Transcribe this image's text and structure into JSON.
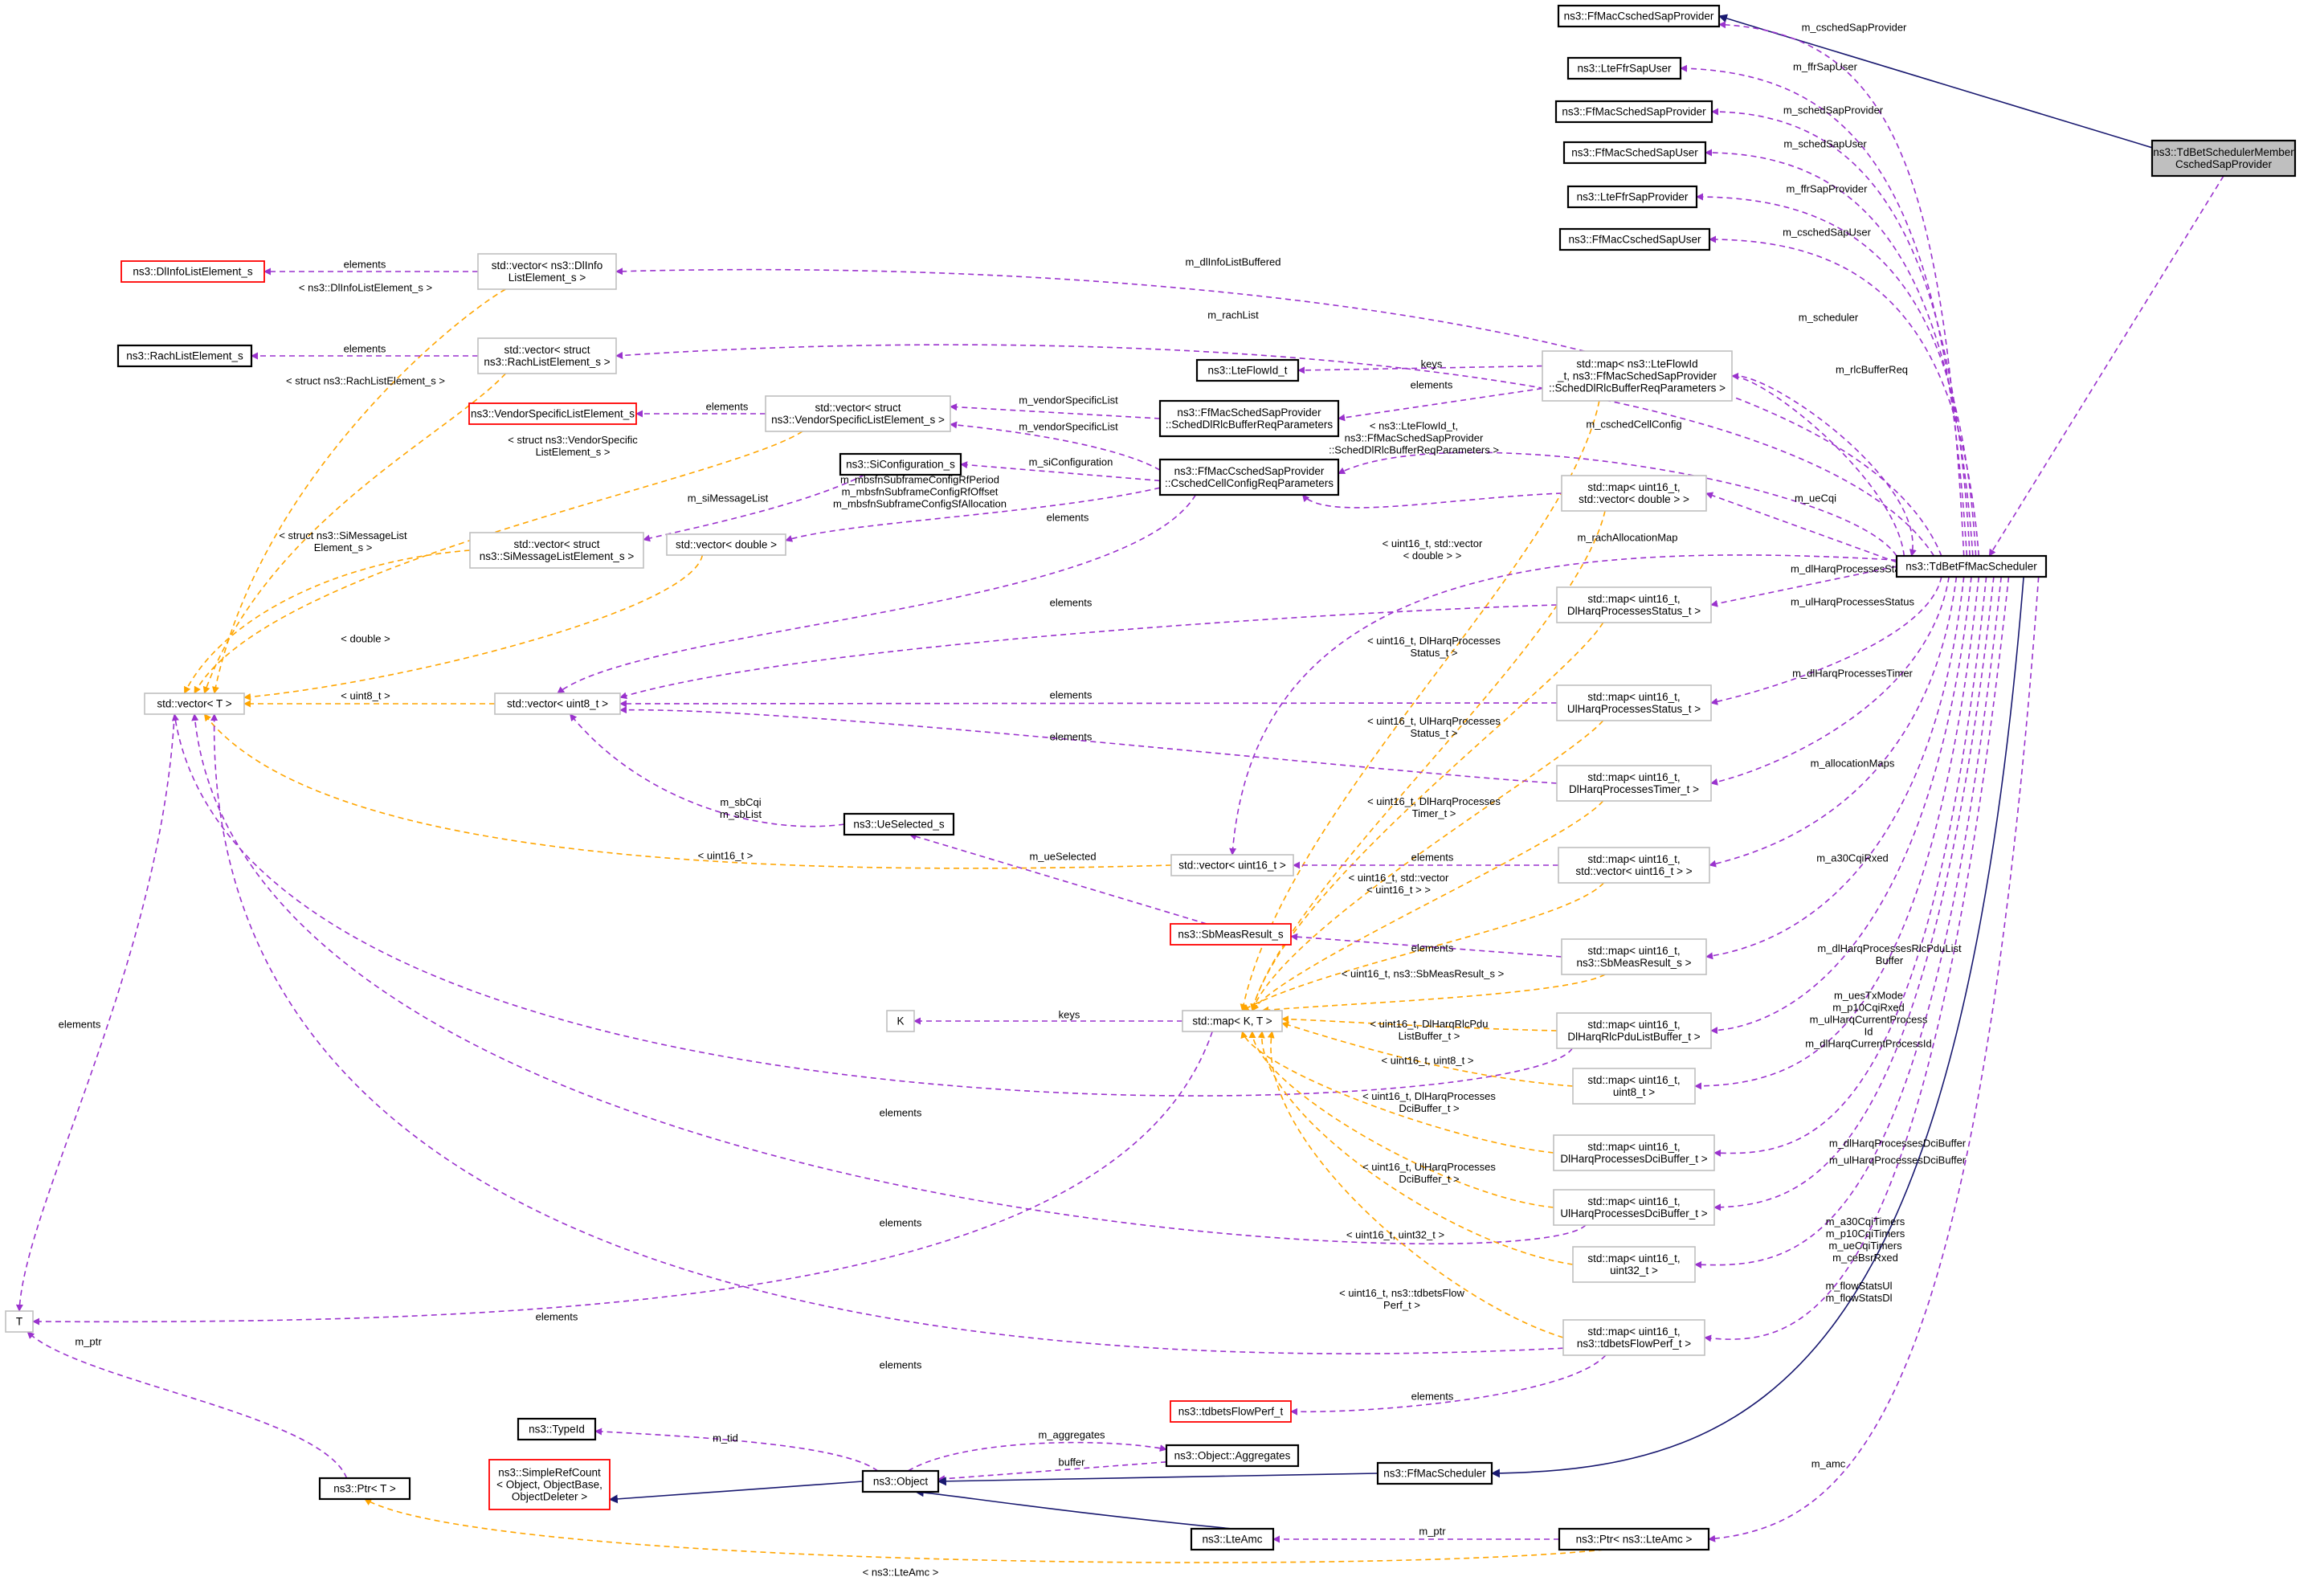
{
  "colors": {
    "purple": "#9a32cd",
    "orange": "#ffa500",
    "navy": "#191970",
    "red": "#ff0000",
    "gray": "#bfbfbf",
    "focus_fill": "#bfbfbf"
  },
  "nodes": {
    "FfMacCschedSapProvider": "ns3::FfMacCschedSapProvider",
    "LteFfrSapUser": "ns3::LteFfrSapUser",
    "FfMacSchedSapProvider": "ns3::FfMacSchedSapProvider",
    "FfMacSchedSapUser": "ns3::FfMacSchedSapUser",
    "LteFfrSapProvider": "ns3::LteFfrSapProvider",
    "FfMacCschedSapUser": "ns3::FfMacCschedSapUser",
    "TdBetMember": "ns3::TdBetSchedulerMember\nCschedSapProvider",
    "DlInfoListElement": "ns3::DlInfoListElement_s",
    "VecDlInfo": "std::vector< ns3::DlInfo\nListElement_s >",
    "RachListElement": "ns3::RachListElement_s",
    "VecRach": "std::vector< struct\nns3::RachListElement_s >",
    "LteFlowId": "ns3::LteFlowId_t",
    "MapRlcBuffer": "std::map< ns3::LteFlowId\n_t, ns3::FfMacSchedSapProvider\n::SchedDlRlcBufferReqParameters >",
    "VendorElement": "ns3::VendorSpecificListElement_s",
    "VecVendor": "std::vector< struct\nns3::VendorSpecificListElement_s >",
    "SchedDlRlc": "ns3::FfMacSchedSapProvider\n::SchedDlRlcBufferReqParameters",
    "SiConfiguration": "ns3::SiConfiguration_s",
    "CschedCellConfig": "ns3::FfMacCschedSapProvider\n::CschedCellConfigReqParameters",
    "MapUint16VecDouble": "std::map< uint16_t,\nstd::vector< double > >",
    "VecSiMessage": "std::vector< struct\nns3::SiMessageListElement_s >",
    "VecDouble": "std::vector< double >",
    "TdBetFfMacScheduler": "ns3::TdBetFfMacScheduler",
    "MapDlHarqStatus": "std::map< uint16_t,\nDlHarqProcessesStatus_t >",
    "VecT": "std::vector< T >",
    "VecUint8": "std::vector< uint8_t >",
    "MapUlHarqStatus": "std::map< uint16_t,\nUlHarqProcessesStatus_t >",
    "MapDlHarqTimer": "std::map< uint16_t,\nDlHarqProcessesTimer_t >",
    "UeSelected": "ns3::UeSelected_s",
    "VecUint16": "std::vector< uint16_t >",
    "MapUint16VecUint16": "std::map< uint16_t,\nstd::vector< uint16_t > >",
    "SbMeasResult": "ns3::SbMeasResult_s",
    "MapSbMeas": "std::map< uint16_t,\nns3::SbMeasResult_s >",
    "K": "K",
    "MapKT": "std::map< K, T >",
    "MapDlRlcPdu": "std::map< uint16_t,\nDlHarqRlcPduListBuffer_t >",
    "MapUint8": "std::map< uint16_t,\nuint8_t >",
    "MapDlHarqDci": "std::map< uint16_t,\nDlHarqProcessesDciBuffer_t >",
    "MapUlHarqDci": "std::map< uint16_t,\nUlHarqProcessesDciBuffer_t >",
    "MapUint32": "std::map< uint16_t,\nuint32_t >",
    "T": "T",
    "MapFlowPerf": "std::map< uint16_t,\nns3::tdbetsFlowPerf_t >",
    "TdbetsFlowPerf": "ns3::tdbetsFlowPerf_t",
    "TypeId": "ns3::TypeId",
    "SimpleRefCount": "ns3::SimpleRefCount\n< Object, ObjectBase,\nObjectDeleter >",
    "Object": "ns3::Object",
    "Aggregates": "ns3::Object::Aggregates",
    "FfMacScheduler": "ns3::FfMacScheduler",
    "PtrT": "ns3::Ptr< T >",
    "LteAmc": "ns3::LteAmc",
    "PtrLteAmc": "ns3::Ptr< ns3::LteAmc >"
  },
  "edges": {
    "m_cschedSapProvider": "m_cschedSapProvider",
    "m_ffrSapUser": "m_ffrSapUser",
    "m_schedSapProvider": "m_schedSapProvider",
    "m_schedSapUser": "m_schedSapUser",
    "m_ffrSapProvider": "m_ffrSapProvider",
    "m_cschedSapUser": "m_cschedSapUser",
    "m_scheduler": "m_scheduler",
    "elements": "elements",
    "tpl_dlinfo": "< ns3::DlInfoListElement_s >",
    "m_dlInfoListBuffered": "m_dlInfoListBuffered",
    "m_rachList": "m_rachList",
    "tpl_rach": "< struct ns3::RachListElement_s >",
    "keys": "keys",
    "m_rlcBufferReq": "m_rlcBufferReq",
    "tpl_vendor": "< struct ns3::VendorSpecific\nListElement_s >",
    "m_vendorSpecificList": "m_vendorSpecificList",
    "tpl_rlcmap": "< ns3::LteFlowId_t,\nns3::FfMacSchedSapProvider\n::SchedDlRlcBufferReqParameters >",
    "m_cschedCellConfig": "m_cschedCellConfig",
    "m_siMessageList": "m_siMessageList",
    "m_siConfiguration": "m_siConfiguration",
    "m_mbsfn": "m_mbsfnSubframeConfigRfPeriod\nm_mbsfnSubframeConfigRfOffset\nm_mbsfnSubframeConfigSfAllocation",
    "tpl_simsg": "< struct ns3::SiMessageList\nElement_s >",
    "m_ueCqi": "m_ueCqi",
    "tpl_u16vecdouble": "< uint16_t, std::vector\n< double > >",
    "m_rachAllocationMap": "m_rachAllocationMap",
    "m_dlHarqProcessesStatus": "m_dlHarqProcessesStatus",
    "m_ulHarqProcessesStatus": "m_ulHarqProcessesStatus",
    "tpl_double": "< double >",
    "tpl_dlstatus": "< uint16_t, DlHarqProcesses\nStatus_t >",
    "tpl_uint8": "< uint8_t >",
    "tpl_ulstatus": "< uint16_t, UlHarqProcesses\nStatus_t >",
    "m_dlHarqProcessesTimer": "m_dlHarqProcessesTimer",
    "tpl_dltimer": "< uint16_t, DlHarqProcesses\nTimer_t >",
    "m_allocationMaps": "m_allocationMaps",
    "m_sbCqi": "m_sbCqi\nm_sbList",
    "tpl_uint16": "< uint16_t >",
    "m_ueSelected": "m_ueSelected",
    "tpl_u16vecu16": "< uint16_t, std::vector\n< uint16_t > >",
    "m_a30CqiRxed": "m_a30CqiRxed",
    "tpl_sbmeas": "< uint16_t, ns3::SbMeasResult_s >",
    "m_dlHarqProcessesRlcPduListBuffer": "m_dlHarqProcessesRlcPduList\nBuffer",
    "tpl_rlcpdu": "< uint16_t, DlHarqRlcPdu\nListBuffer_t >",
    "m_uesTxMode": "m_uesTxMode\nm_p10CqiRxed\nm_ulHarqCurrentProcess\nId\nm_dlHarqCurrentProcessId",
    "tpl_u16u8": "< uint16_t, uint8_t >",
    "tpl_dldci": "< uint16_t, DlHarqProcesses\nDciBuffer_t >",
    "m_dlHarqProcessesDciBuffer": "m_dlHarqProcessesDciBuffer",
    "tpl_uldci": "< uint16_t, UlHarqProcesses\nDciBuffer_t >",
    "m_ulHarqProcessesDciBuffer": "m_ulHarqProcessesDciBuffer",
    "tpl_u16u32": "< uint16_t, uint32_t >",
    "m_a30CqiTimers": "m_a30CqiTimers\nm_p10CqiTimers\nm_ueCqiTimers\nm_ceBsrRxed",
    "tpl_flowperf": "< uint16_t, ns3::tdbetsFlow\nPerf_t >",
    "m_flowStatsUl": "m_flowStatsUl\nm_flowStatsDl",
    "m_ptr": "m_ptr",
    "m_tid": "m_tid",
    "m_aggregates": "m_aggregates",
    "buffer": "buffer",
    "m_amc": "m_amc",
    "tpl_lteamc": "< ns3::LteAmc >"
  }
}
